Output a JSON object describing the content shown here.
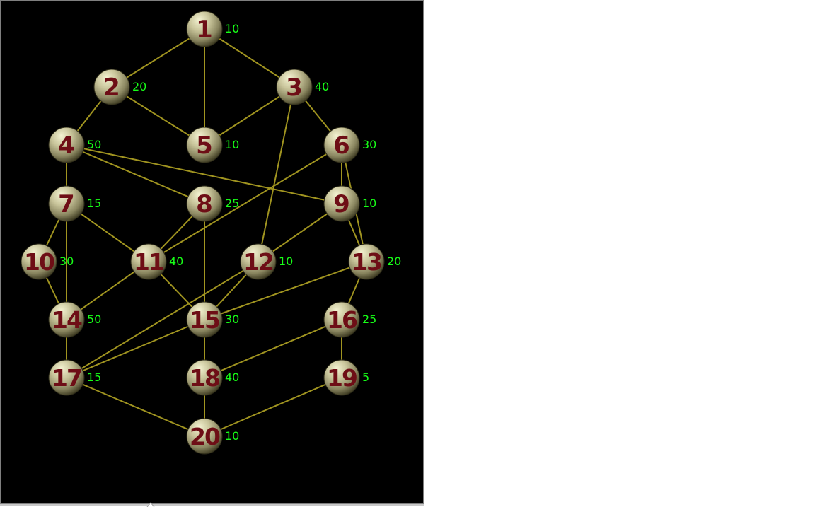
{
  "graph": {
    "colors": {
      "background": "#000000",
      "edge": "#a09420",
      "node_fill_light": "#f4f3d2",
      "node_fill_mid": "#a9a57b",
      "node_fill_dark": "#4a4628",
      "node_label": "#6e0e16",
      "weight_label": "#17ff17"
    },
    "nodes": [
      {
        "id": "1",
        "weight": "10"
      },
      {
        "id": "2",
        "weight": "20"
      },
      {
        "id": "3",
        "weight": "40"
      },
      {
        "id": "4",
        "weight": "50"
      },
      {
        "id": "5",
        "weight": "10"
      },
      {
        "id": "6",
        "weight": "30"
      },
      {
        "id": "7",
        "weight": "15"
      },
      {
        "id": "8",
        "weight": "25"
      },
      {
        "id": "9",
        "weight": "10"
      },
      {
        "id": "10",
        "weight": "30"
      },
      {
        "id": "11",
        "weight": "40"
      },
      {
        "id": "12",
        "weight": "10"
      },
      {
        "id": "13",
        "weight": "20"
      },
      {
        "id": "14",
        "weight": "50"
      },
      {
        "id": "15",
        "weight": "30"
      },
      {
        "id": "16",
        "weight": "25"
      },
      {
        "id": "17",
        "weight": "15"
      },
      {
        "id": "18",
        "weight": "40"
      },
      {
        "id": "19",
        "weight": "5"
      },
      {
        "id": "20",
        "weight": "10"
      }
    ],
    "edges": [
      [
        "1",
        "2"
      ],
      [
        "1",
        "3"
      ],
      [
        "1",
        "5"
      ],
      [
        "2",
        "4"
      ],
      [
        "2",
        "5"
      ],
      [
        "3",
        "5"
      ],
      [
        "3",
        "6"
      ],
      [
        "3",
        "12"
      ],
      [
        "4",
        "7"
      ],
      [
        "4",
        "8"
      ],
      [
        "4",
        "9"
      ],
      [
        "6",
        "9"
      ],
      [
        "6",
        "11"
      ],
      [
        "6",
        "13"
      ],
      [
        "7",
        "10"
      ],
      [
        "7",
        "11"
      ],
      [
        "7",
        "14"
      ],
      [
        "8",
        "11"
      ],
      [
        "8",
        "15"
      ],
      [
        "9",
        "12"
      ],
      [
        "9",
        "13"
      ],
      [
        "10",
        "14"
      ],
      [
        "11",
        "14"
      ],
      [
        "11",
        "15"
      ],
      [
        "12",
        "15"
      ],
      [
        "12",
        "17"
      ],
      [
        "13",
        "15"
      ],
      [
        "13",
        "16"
      ],
      [
        "14",
        "17"
      ],
      [
        "15",
        "17"
      ],
      [
        "15",
        "18"
      ],
      [
        "16",
        "18"
      ],
      [
        "16",
        "19"
      ],
      [
        "17",
        "20"
      ],
      [
        "18",
        "20"
      ],
      [
        "19",
        "20"
      ]
    ]
  }
}
